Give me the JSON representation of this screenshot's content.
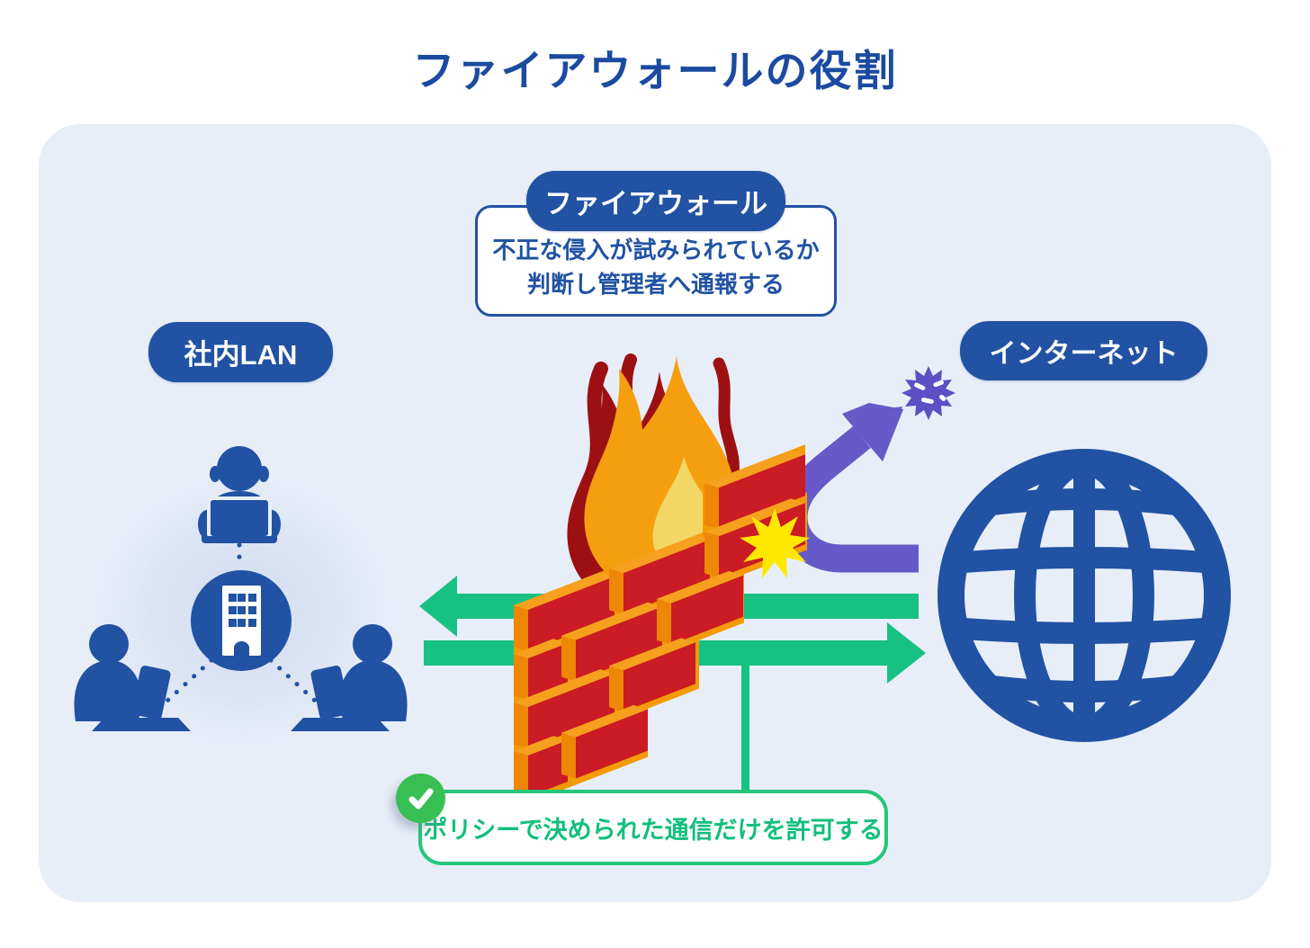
{
  "title": "ファイアウォールの役割",
  "firewall_callout": {
    "label": "ファイアウォール",
    "description_line1": "不正な侵入が試みられているか",
    "description_line2": "判断し管理者へ通報する"
  },
  "lan": {
    "label": "社内LAN"
  },
  "internet": {
    "label": "インターネット"
  },
  "policy": {
    "text": "ポリシーで決められた通信だけを許可する"
  },
  "icons": {
    "lan_users": "user-at-laptop-icon",
    "lan_hub": "office-building-icon",
    "firewall": "brick-wall-icon",
    "flame": "flame-icon",
    "internet": "globe-icon",
    "threat": "virus-icon",
    "impact": "impact-starburst-icon",
    "allowed": "green-arrow-icon",
    "blocked": "purple-bounce-arrow-icon",
    "check": "checkmark-icon"
  },
  "colors": {
    "primary_blue": "#2152a3",
    "title_blue": "#1b4ba0",
    "panel_background": "#e8eef8",
    "allowed_green": "#17c183",
    "policy_green": "#12bf7b",
    "check_green": "#38bf54",
    "attack_purple": "#675ac8",
    "brick_red": "#cb1b25",
    "brick_orange": "#f6a01e",
    "flame_orange": "#f59f10",
    "flame_dark_red": "#9d1012",
    "flame_inner_yellow": "#f2d765",
    "impact_yellow": "#ffe800"
  }
}
